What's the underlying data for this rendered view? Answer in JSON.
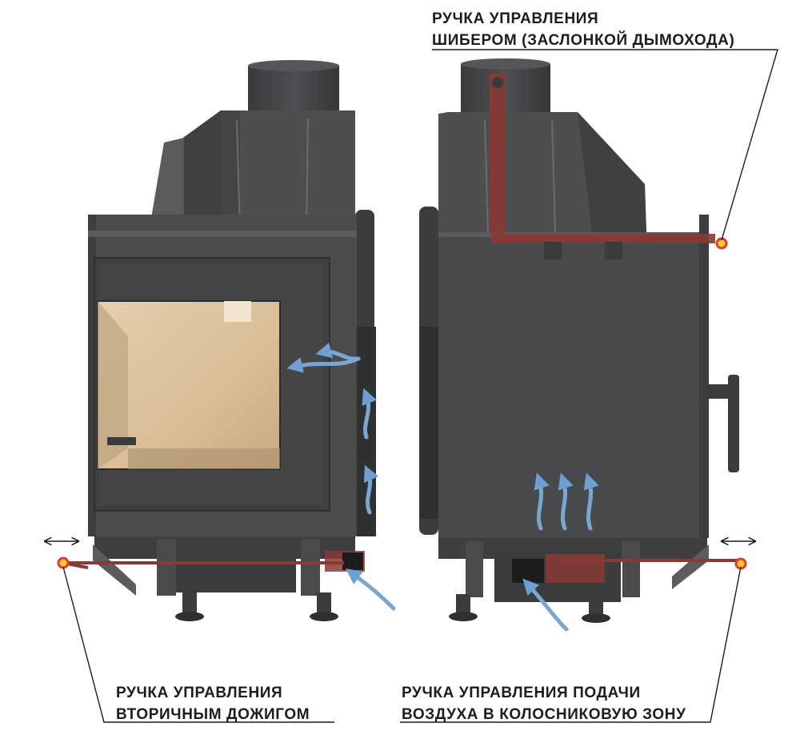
{
  "labels": {
    "damper": {
      "line1": "РУЧКА УПРАВЛЕНИЯ",
      "line2": "ШИБЕРОМ (ЗАСЛОНКОЙ ДЫМОХОДА)"
    },
    "secondary": {
      "line1": "РУЧКА УПРАВЛЕНИЯ",
      "line2": "ВТОРИЧНЫМ ДОЖИГОМ"
    },
    "primary": {
      "line1": "РУЧКА УПРАВЛЕНИЯ ПОДАЧИ",
      "line2": "ВОЗДУХА В КОЛОСНИКОВУЮ ЗОНУ"
    }
  },
  "colors": {
    "body": "#4a4b4d",
    "body_dark": "#3c3d3f",
    "body_light": "#5a5b5e",
    "flue": "#3f4042",
    "glass": "#d9bf9a",
    "rod": "#8a3a35",
    "knob": "#e8392c",
    "air_arrow": "#7aa6cf",
    "leader": "#1d1d1d"
  },
  "icons": [
    "double-arrow-icon",
    "air-flow-arrow-icon",
    "handle-knob-icon"
  ]
}
